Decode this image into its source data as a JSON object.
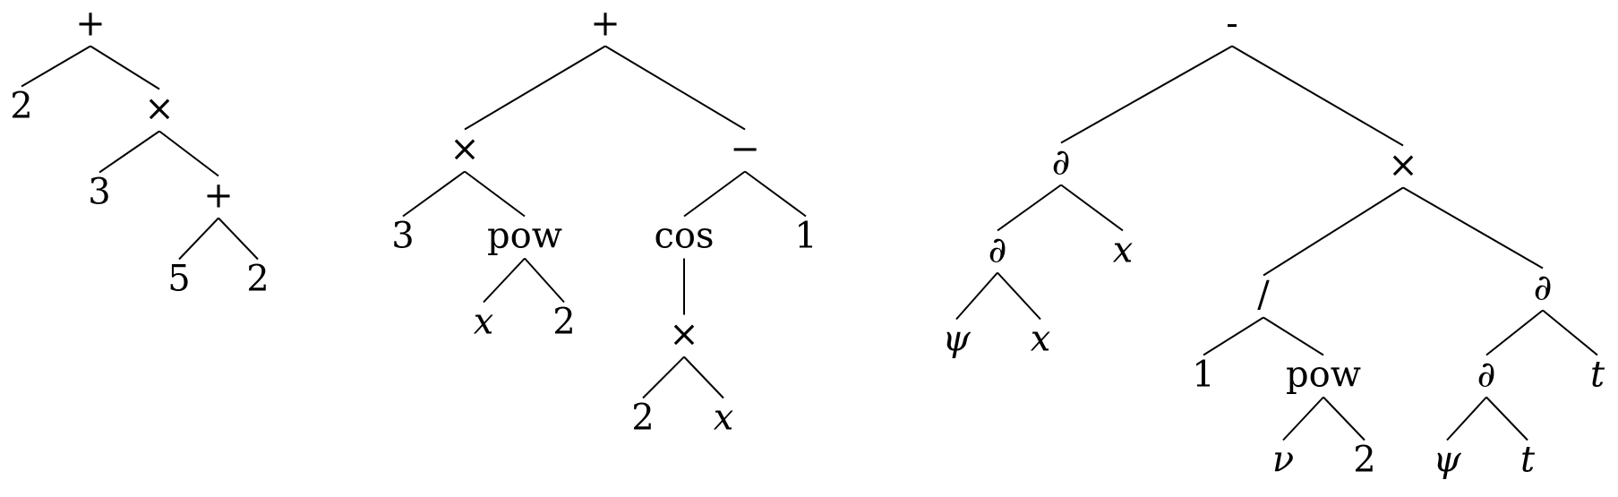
{
  "trees": [
    {
      "label": "+",
      "children": [
        {
          "label": "2"
        },
        {
          "label": "×",
          "children": [
            {
              "label": "3"
            },
            {
              "label": "+",
              "children": [
                {
                  "label": "5"
                },
                {
                  "label": "2"
                }
              ]
            }
          ]
        }
      ]
    },
    {
      "label": "+",
      "children": [
        {
          "label": "×",
          "children": [
            {
              "label": "3"
            },
            {
              "label": "pow",
              "children": [
                {
                  "label": "x",
                  "italic": true
                },
                {
                  "label": "2"
                }
              ]
            }
          ]
        },
        {
          "label": "−",
          "children": [
            {
              "label": "cos",
              "children": [
                {
                  "label": "×",
                  "children": [
                    {
                      "label": "2"
                    },
                    {
                      "label": "x",
                      "italic": true
                    }
                  ]
                }
              ]
            },
            {
              "label": "1"
            }
          ]
        }
      ]
    },
    {
      "label": "-",
      "children": [
        {
          "label": "∂",
          "italic": true,
          "children": [
            {
              "label": "∂",
              "italic": true,
              "children": [
                {
                  "label": "ψ",
                  "italic": true
                },
                {
                  "label": "x",
                  "italic": true
                }
              ]
            },
            {
              "label": "x",
              "italic": true
            }
          ]
        },
        {
          "label": "×",
          "children": [
            {
              "label": "/",
              "children": [
                {
                  "label": "1"
                },
                {
                  "label": "pow",
                  "children": [
                    {
                      "label": "ν",
                      "italic": true
                    },
                    {
                      "label": "2"
                    }
                  ]
                }
              ]
            },
            {
              "label": "∂",
              "italic": true,
              "children": [
                {
                  "label": "∂",
                  "italic": true,
                  "children": [
                    {
                      "label": "ψ",
                      "italic": true
                    },
                    {
                      "label": "t",
                      "italic": true
                    }
                  ]
                },
                {
                  "label": "t",
                  "italic": true
                }
              ]
            }
          ]
        }
      ]
    }
  ]
}
